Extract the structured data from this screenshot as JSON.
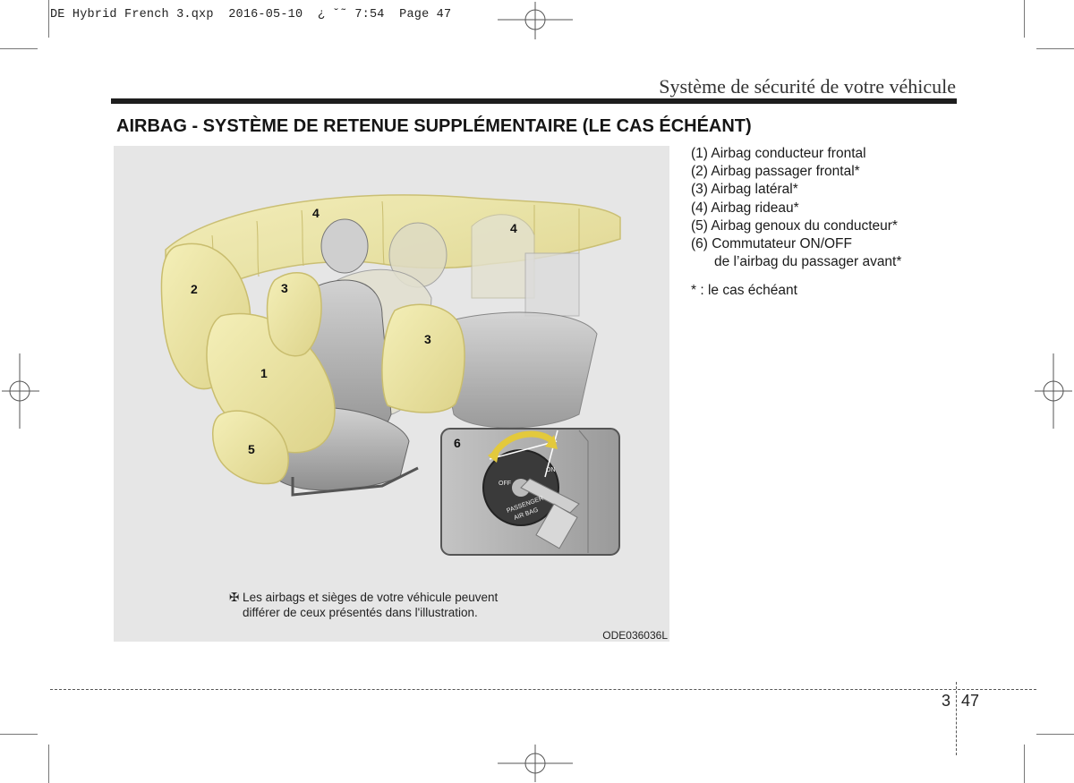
{
  "print_slug": "DE Hybrid French 3.qxp  2016-05-10  ¿ ˘˜ 7:54  Page 47",
  "header": {
    "running_title": "Système de sécurité de votre véhicule"
  },
  "section": {
    "title": "AIRBAG - SYSTÈME DE RETENUE SUPPLÉMENTAIRE (LE CAS ÉCHÉANT)"
  },
  "figure": {
    "callouts": [
      "4",
      "4",
      "2",
      "3",
      "3",
      "1",
      "5",
      "6"
    ],
    "switch_labels": {
      "off": "OFF",
      "on": "ON",
      "passenger": "PASSENGER",
      "airbag": "AIR BAG"
    },
    "caption_line1": "✠ Les airbags et sièges de votre véhicule peuvent",
    "caption_line2": "différer de ceux présentés dans l'illustration.",
    "code": "ODE036036L"
  },
  "legend": {
    "items": [
      "(1) Airbag conducteur frontal",
      "(2) Airbag passager frontal*",
      "(3) Airbag latéral*",
      "(4) Airbag rideau*",
      "(5) Airbag genoux du conducteur*",
      "(6) Commutateur ON/OFF"
    ],
    "item6_line2": "de l’airbag du passager avant*",
    "note": "* : le cas échéant"
  },
  "footer": {
    "chapter": "3",
    "page": "47"
  }
}
